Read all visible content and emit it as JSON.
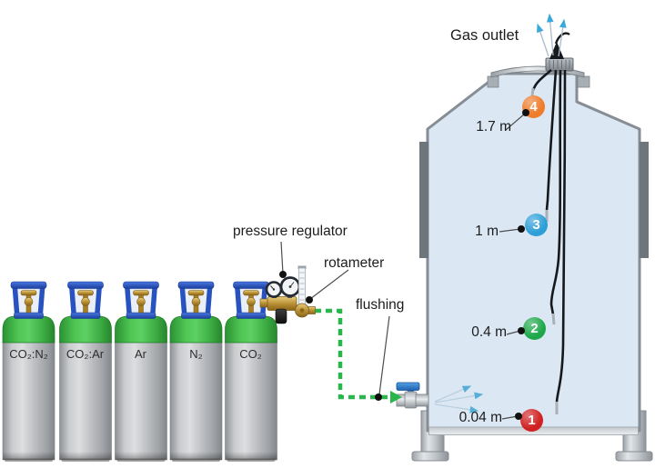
{
  "labels": {
    "gas_outlet": "Gas outlet",
    "pressure_regulator": "pressure regulator",
    "rotameter": "rotameter",
    "flushing": "flushing"
  },
  "cylinders": [
    {
      "label": "CO₂:N₂"
    },
    {
      "label": "CO₂:Ar"
    },
    {
      "label": "Ar"
    },
    {
      "label": "N₂"
    },
    {
      "label": "CO₂"
    }
  ],
  "sampling_points": [
    {
      "number": "1",
      "height": "0.04 m",
      "color": "#d02021"
    },
    {
      "number": "2",
      "height": "0.4 m",
      "color": "#1ea84b"
    },
    {
      "number": "3",
      "height": "1 m",
      "color": "#2d9fd8"
    },
    {
      "number": "4",
      "height": "1.7 m",
      "color": "#ee7c2b"
    }
  ],
  "colors": {
    "flushing_line": "#2ab54d",
    "cylinder_green": "#3cb44a",
    "cage_blue": "#2752c0",
    "tank_fill": "#dbe8f4",
    "outlet_arrow_blue": "#3aa9d9"
  }
}
